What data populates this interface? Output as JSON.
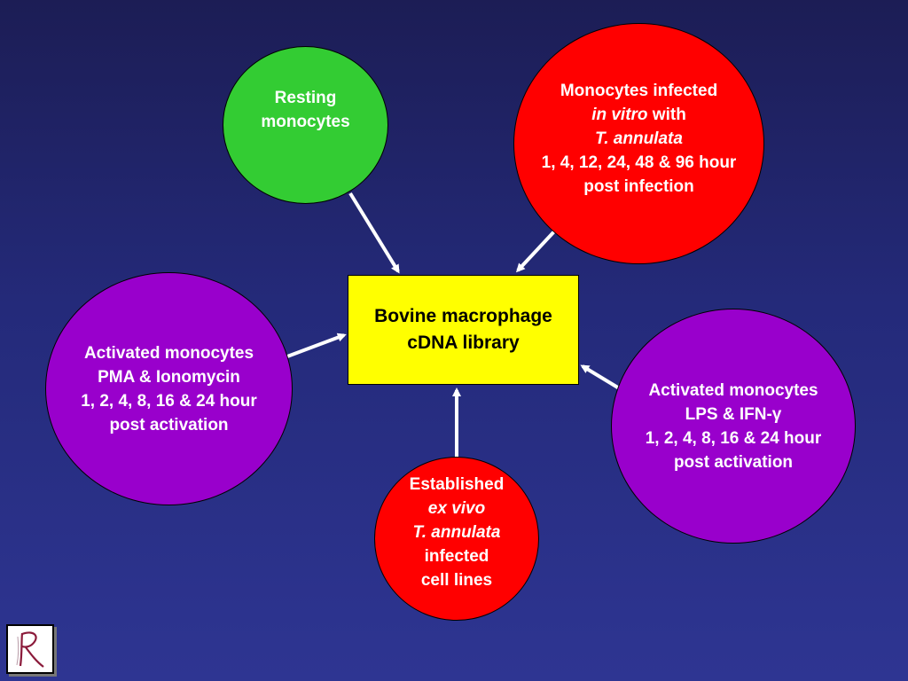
{
  "center": {
    "line1": "Bovine macrophage",
    "line2": "cDNA library",
    "color": "#ffff00"
  },
  "nodes": {
    "resting": {
      "line1": "Resting",
      "line2": "monocytes",
      "color": "#33cc33"
    },
    "invitro": {
      "line1": "Monocytes infected",
      "line2_italic": "in vitro",
      "line2_rest": " with",
      "line3_italic": "T. annulata",
      "line4": "1, 4, 12, 24, 48 & 96 hour",
      "line5": "post infection",
      "color": "#ff0000"
    },
    "pma": {
      "line1": "Activated monocytes",
      "line2": "PMA & Ionomycin",
      "line3": "1, 2, 4, 8, 16 & 24 hour",
      "line4": "post activation",
      "color": "#9900cc"
    },
    "lps": {
      "line1": "Activated monocytes",
      "line2": "LPS & IFN-γ",
      "line3": "1, 2, 4, 8, 16 & 24 hour",
      "line4": "post activation",
      "color": "#9900cc"
    },
    "exvivo": {
      "line1": "Established",
      "line2_italic": "ex vivo",
      "line3_italic": "T. annulata",
      "line4": "infected",
      "line5": "cell lines",
      "color": "#ff0000"
    }
  },
  "logo": {
    "icon": "r-monogram-icon",
    "color": "#8b1a3a"
  }
}
